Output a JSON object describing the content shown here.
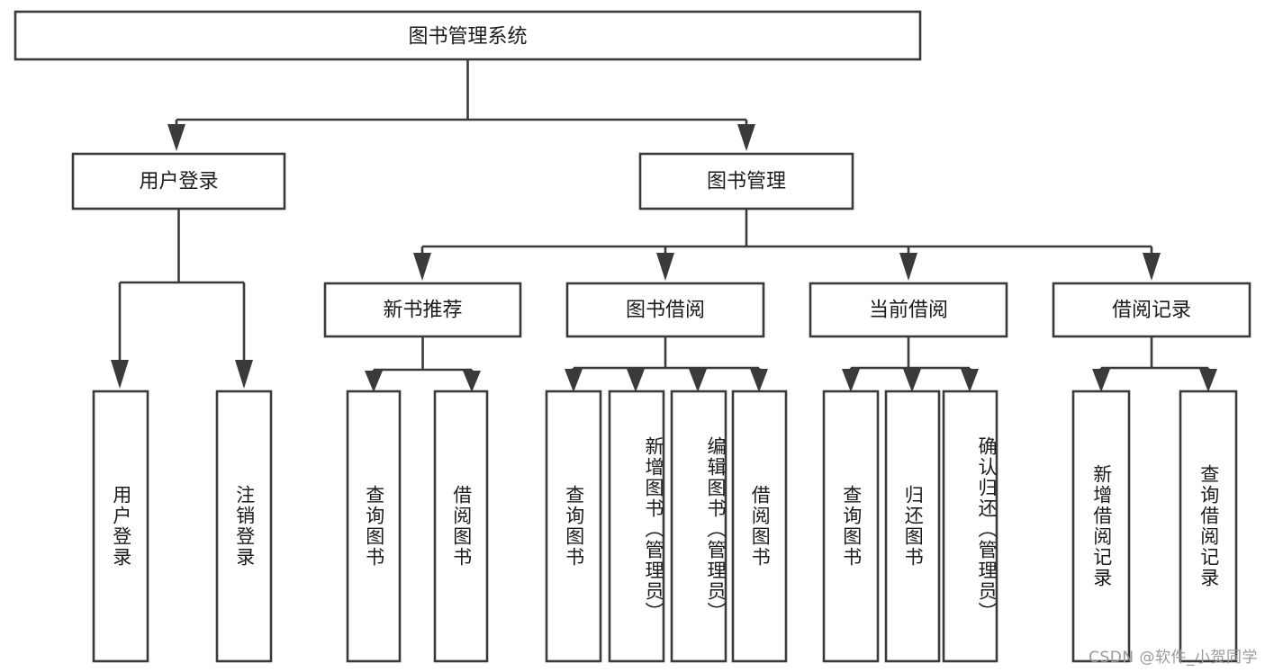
{
  "diagram": {
    "type": "tree",
    "title": "图书管理系统",
    "orientation": "top-down",
    "colors": {
      "stroke": "#3a3a3a",
      "fill": "#ffffff",
      "text": "#1b1b1b",
      "background": "#ffffff",
      "watermark": "#9a9a9a"
    },
    "root": {
      "label": "图书管理系统"
    },
    "level2": [
      {
        "label": "用户登录"
      },
      {
        "label": "图书管理"
      }
    ],
    "level3": [
      {
        "label": "新书推荐"
      },
      {
        "label": "图书借阅"
      },
      {
        "label": "当前借阅"
      },
      {
        "label": "借阅记录"
      }
    ],
    "leaves_user_login": [
      {
        "label": "用户登录"
      },
      {
        "label": "注销登录"
      }
    ],
    "leaves_new_book": [
      {
        "label": "查询图书"
      },
      {
        "label": "借阅图书"
      }
    ],
    "leaves_borrow": [
      {
        "label": "查询图书"
      },
      {
        "label": "新增图书（管理员）"
      },
      {
        "label": "编辑图书（管理员）"
      },
      {
        "label": "借阅图书"
      }
    ],
    "leaves_current": [
      {
        "label": "查询图书"
      },
      {
        "label": "归还图书"
      },
      {
        "label": "确认归还（管理员）"
      }
    ],
    "leaves_record": [
      {
        "label": "新增借阅记录"
      },
      {
        "label": "查询借阅记录"
      }
    ]
  },
  "watermark": {
    "text": "CSDN @软件_小贺同学"
  }
}
